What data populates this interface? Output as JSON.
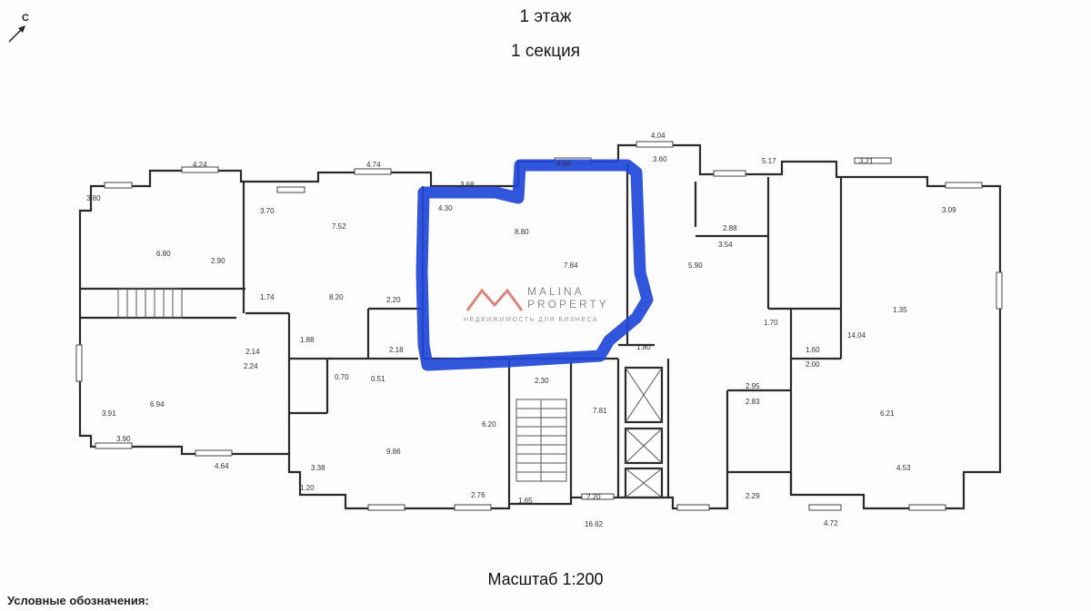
{
  "header": {
    "floor_title": "1 этаж",
    "section_title": "1 секция"
  },
  "compass": {
    "label": "С"
  },
  "footer": {
    "scale_label": "Масштаб 1:200",
    "legend_title": "Условные обозначения:"
  },
  "watermark": {
    "name": "MALINA PROPERTY",
    "subtitle": "НЕДВИЖИМОСТЬ ДЛЯ БИЗНЕСА"
  },
  "colors": {
    "highlight": "#1f46d8",
    "walls": "#2a2a2a",
    "watermark_logo": "#c0392b"
  },
  "plan_labels": {
    "room_areas": [
      "6.80",
      "7.52",
      "8.20",
      "8.80",
      "7.84",
      "5.90",
      "6.94",
      "9.86",
      "6.20",
      "7.81",
      "14.04",
      "6.21"
    ],
    "dimensions": [
      "4.24",
      "4.74",
      "4.04",
      "4.58",
      "3.60",
      "5.17",
      "3.21",
      "3.80",
      "3.70",
      "3.68",
      "4.30",
      "2.20",
      "2.14",
      "2.24",
      "3.91",
      "3.90",
      "4.64",
      "3.38",
      "2.76",
      "1.65",
      "2.30",
      "2.20",
      "16.62",
      "2.29",
      "4.53",
      "4.72",
      "2.95",
      "2.83",
      "2.00",
      "3.09",
      "1.60",
      "1.70",
      "1.80",
      "1.88",
      "1.74",
      "3.54",
      "2.88",
      "1.35",
      "1.20",
      "0.51",
      "0.70",
      "2.18",
      "2.90"
    ]
  }
}
